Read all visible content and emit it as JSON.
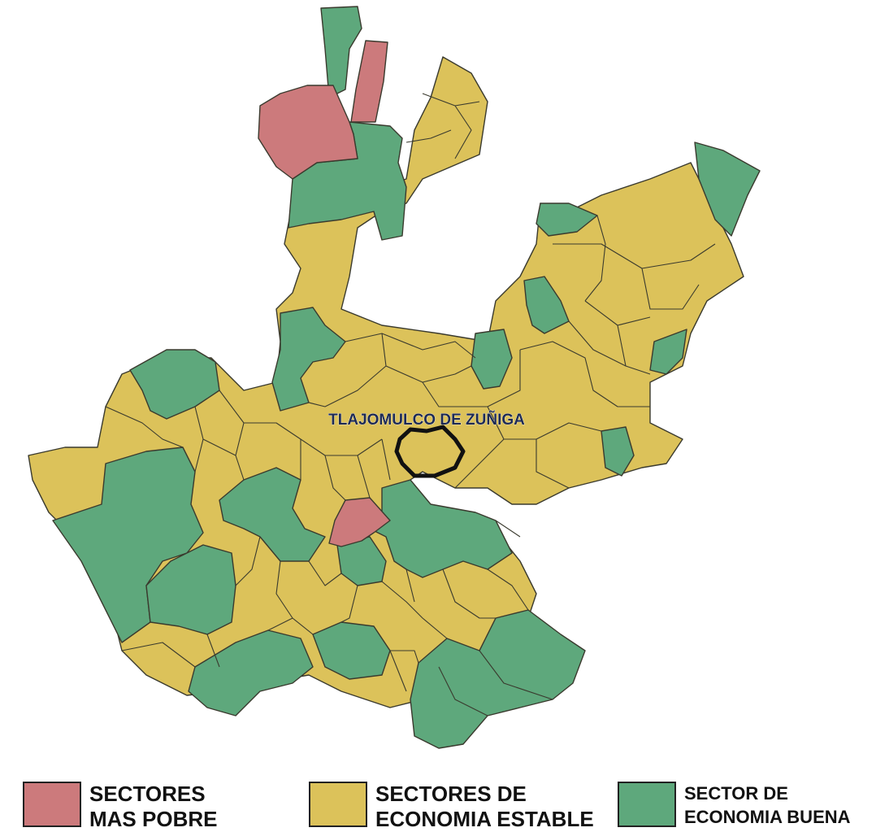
{
  "map": {
    "highlight_label": "TLAJOMULCO DE ZUÑIGA",
    "colors": {
      "poor": "#cc7a7c",
      "stable": "#dcc25a",
      "good": "#5ea87c",
      "outline": "#111111"
    }
  },
  "legend": [
    {
      "line1": "SECTORES",
      "line2": "MAS POBRE",
      "color": "#cc7a7c"
    },
    {
      "line1": "SECTORES DE",
      "line2": "ECONOMIA ESTABLE",
      "color": "#dcc25a"
    },
    {
      "line1": "SECTOR DE",
      "line2": "ECONOMIA BUENA",
      "color": "#5ea87c"
    }
  ]
}
